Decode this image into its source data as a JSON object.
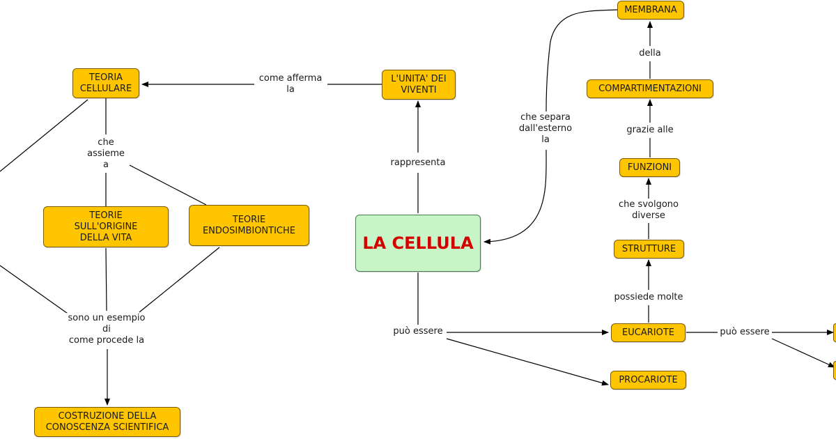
{
  "colors": {
    "node_fill": "#FFC600",
    "main_fill": "#C8F5C8",
    "main_text": "#D40000",
    "line": "#000000"
  },
  "nodes": {
    "la_cellula": "LA CELLULA",
    "unita_viventi": "L'UNITA' DEI\nVIVENTI",
    "teoria_cellulare": "TEORIA\nCELLULARE",
    "teorie_origine": "TEORIE\nSULL'ORIGINE\nDELLA VITA",
    "teorie_endosimbiontiche": "TEORIE\nENDOSIMBIONTICHE",
    "costruzione": "COSTRUZIONE DELLA\nCONOSCENZA SCIENTIFICA",
    "membrana": "MEMBRANA",
    "compartimentazioni": "COMPARTIMENTAZIONI",
    "funzioni": "FUNZIONI",
    "strutture": "STRUTTURE",
    "eucariote": "EUCARIOTE",
    "procariote": "PROCARIOTE"
  },
  "links": {
    "come_afferma": "come afferma\nla",
    "che_assieme": "che\nassieme\na",
    "sono_esempio": "sono un esempio\ndi\ncome procede la",
    "rappresenta": "rappresenta",
    "puo_essere_1": "può essere",
    "che_separa": "che separa\ndall'esterno\nla",
    "della": "della",
    "grazie_alle": "grazie alle",
    "che_svolgono": "che svolgono\ndiverse",
    "possiede_molte": "possiede molte",
    "puo_essere_2": "può essere"
  }
}
